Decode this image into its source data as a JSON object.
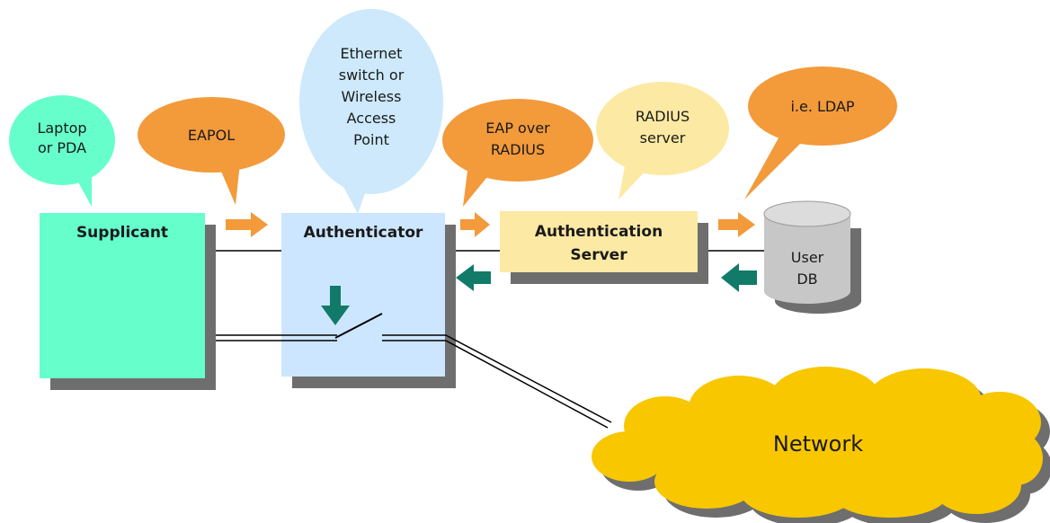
{
  "colors": {
    "supplicant": "#66ffcc",
    "authenticator": "#cce6ff",
    "server": "#fce9a3",
    "shadow": "#6e6e6e",
    "orange": "#f39a3b",
    "teal": "#117a68",
    "yellow_bubble": "#fce9a3",
    "blue_bubble": "#cde9fb",
    "green_bubble": "#66ffcc",
    "cloud": "#f8c700",
    "db": "#c7c7c7"
  },
  "boxes": {
    "supplicant": "Supplicant",
    "authenticator": "Authenticator",
    "server_line1": "Authentication",
    "server_line2": "Server"
  },
  "database": {
    "line1": "User",
    "line2": "DB"
  },
  "callouts": {
    "laptop": {
      "line1": "Laptop",
      "line2": "or PDA"
    },
    "eapol": "EAPOL",
    "switch": {
      "line1": "Ethernet",
      "line2": "switch or",
      "line3": "Wireless",
      "line4": "Access",
      "line5": "Point"
    },
    "eap_radius": {
      "line1": "EAP over",
      "line2": "RADIUS"
    },
    "radius_server": {
      "line1": "RADIUS",
      "line2": "server"
    },
    "ldap": "i.e. LDAP"
  },
  "cloud_label": "Network",
  "icons": [
    "orange-arrow-icon",
    "teal-arrow-icon",
    "switch-icon",
    "database-icon",
    "cloud-icon"
  ]
}
